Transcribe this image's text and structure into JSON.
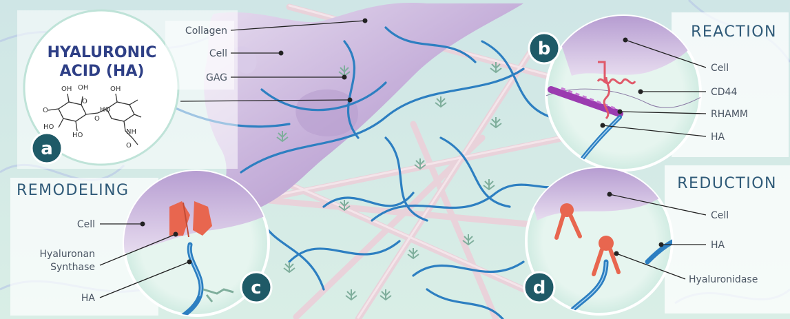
{
  "panel_a": {
    "title_line1": "HYALURONIC",
    "title_line2": "ACID (HA)",
    "badge": "a",
    "chem_labels": [
      "OH",
      "OH",
      "O",
      "HO",
      "HO",
      "OH",
      "NH",
      "O",
      "HO",
      "O",
      "O"
    ]
  },
  "main_labels": {
    "collagen": "Collagen",
    "cell": "Cell",
    "gag": "GAG"
  },
  "panel_b": {
    "header": "REACTION",
    "badge": "b",
    "labels": [
      "Cell",
      "CD44",
      "RHAMM",
      "HA"
    ]
  },
  "panel_c": {
    "header": "REMODELING",
    "badge": "c",
    "cell_label": "Cell",
    "synthase_line1": "Hyaluronan",
    "synthase_line2": "Synthase",
    "ha_label": "HA"
  },
  "panel_d": {
    "header": "REDUCTION",
    "badge": "d",
    "labels": [
      "Cell",
      "HA",
      "Hyaluronidase"
    ]
  },
  "colors": {
    "background": "#dbeee9",
    "cell": "#c7b4d8",
    "collagen": "#ecd6dc",
    "ha_fiber": "#2d7fc1",
    "gag": "#7fae9c",
    "badge": "#1f5a67",
    "header_text": "#2f5a78",
    "title_text": "#2e3f86",
    "enzyme": "#e86a55"
  }
}
